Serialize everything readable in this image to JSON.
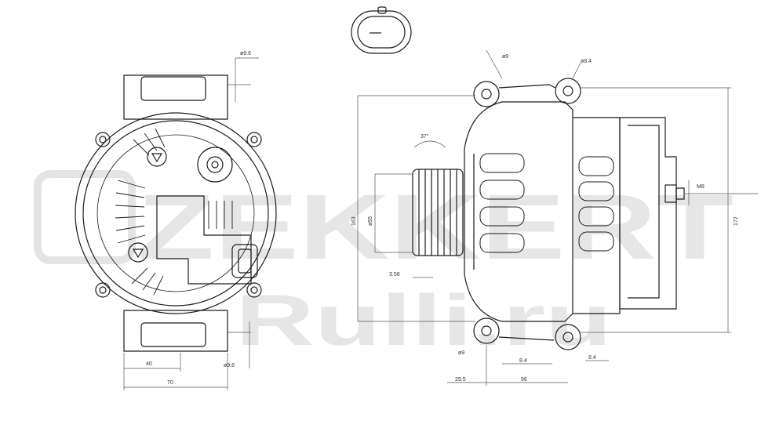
{
  "watermark": {
    "brand": "ZEKKERT",
    "site": "Rulli.ru"
  },
  "front_view": {
    "dims": {
      "hole_top": "ø9.6",
      "hole_bottom": "ø9.6",
      "width_40": "40",
      "width_70": "70"
    }
  },
  "side_view": {
    "dims": {
      "hole_9_top": "ø9",
      "hole_84_top": "ø8.4",
      "angle": "37°",
      "pulley_height": "163",
      "pulley_diameter": "ø55",
      "offset_356": "3.56",
      "hole_9_bottom": "ø9",
      "dist_84_a": "8.4",
      "dist_84_b": "8.4",
      "dist_295": "29.5",
      "dist_56": "56",
      "thread": "M8",
      "total_height": "172"
    }
  },
  "colors": {
    "line": "#1a1a1a",
    "dim": "#555555",
    "watermark": "#e6e6e6"
  }
}
